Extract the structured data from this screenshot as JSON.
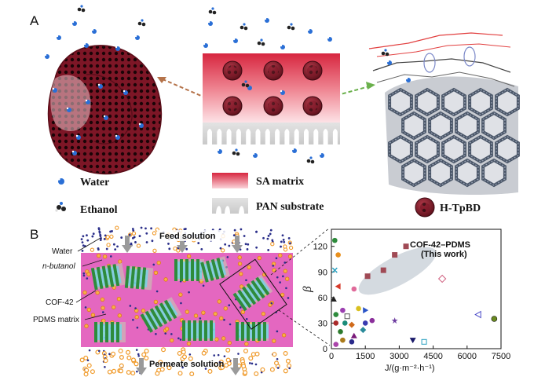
{
  "panel_a": {
    "letter": "A",
    "legend": {
      "water": "Water",
      "ethanol": "Ethanol",
      "sa_matrix": "SA matrix",
      "pan_substrate": "PAN substrate",
      "htpbd": "H-TpBD"
    },
    "colors": {
      "sa_matrix": "#d8344a",
      "sphere": "#8e1d2b",
      "water": "#2a6fd6"
    }
  },
  "panel_b": {
    "letter": "B",
    "feed_label": "Feed solution",
    "permeate_label": "Permeate solution",
    "water_label": "Water",
    "butanol_label": "n-butanol",
    "cof_label": "COF-42",
    "pdms_label": "PDMS matrix",
    "colors": {
      "pdms": "#e467c0",
      "cof": "#2d8c3c",
      "butanol": "#f09a2a",
      "water": "#2b2f8a"
    }
  },
  "chart_data": {
    "type": "scatter",
    "xlabel": "J/(g·m⁻²·h⁻¹)",
    "ylabel": "β",
    "xlim": [
      0,
      7500
    ],
    "ylim": [
      0,
      140
    ],
    "xticks": [
      0,
      1500,
      3000,
      4500,
      6000,
      7500
    ],
    "yticks": [
      0,
      30,
      60,
      90,
      120
    ],
    "grid": false,
    "annotation": {
      "line1": "COF-42–PDMS",
      "line2": "(This work)"
    },
    "series": [
      {
        "marker": "square-filled",
        "color": "#a04a55",
        "points": [
          [
            1600,
            85
          ],
          [
            2300,
            92
          ],
          [
            2800,
            110
          ],
          [
            3300,
            120
          ]
        ]
      },
      {
        "marker": "other",
        "color": "mixed",
        "points": [
          [
            150,
            127
          ],
          [
            300,
            110
          ],
          [
            150,
            92
          ],
          [
            300,
            73
          ],
          [
            1000,
            70
          ],
          [
            100,
            58
          ],
          [
            500,
            45
          ],
          [
            200,
            40
          ],
          [
            700,
            38
          ],
          [
            1200,
            47
          ],
          [
            1500,
            45
          ],
          [
            2800,
            33
          ],
          [
            200,
            30
          ],
          [
            600,
            30
          ],
          [
            900,
            28
          ],
          [
            1500,
            30
          ],
          [
            1800,
            33
          ],
          [
            400,
            20
          ],
          [
            1000,
            15
          ],
          [
            1400,
            22
          ],
          [
            500,
            10
          ],
          [
            900,
            8
          ],
          [
            3600,
            10
          ],
          [
            4100,
            8
          ],
          [
            4900,
            82
          ],
          [
            6500,
            40
          ],
          [
            7200,
            35
          ],
          [
            200,
            5
          ]
        ]
      }
    ]
  }
}
